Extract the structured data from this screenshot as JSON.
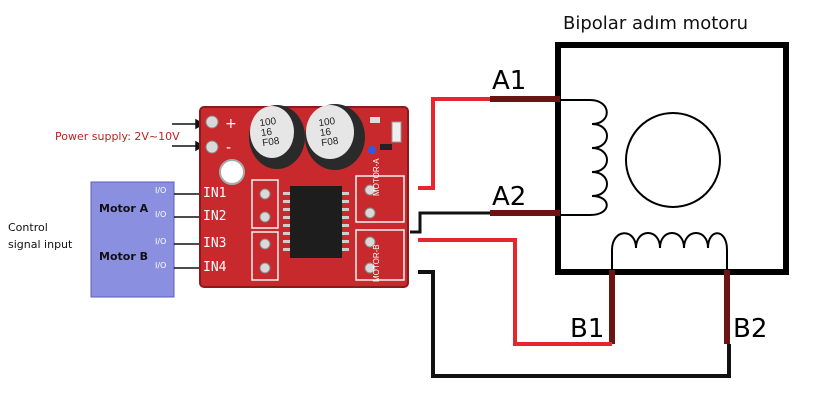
{
  "motor": {
    "title": "Bipolar adım motoru"
  },
  "pins": {
    "a1": "A1",
    "a2": "A2",
    "b1": "B1",
    "b2": "B2"
  },
  "board": {
    "power_label": "Power supply: 2V~10V",
    "control_label_line1": "Control",
    "control_label_line2": "signal input",
    "motor_a": "Motor A",
    "motor_b": "Motor B",
    "io": "I/O",
    "inputs": [
      "IN1",
      "IN2",
      "IN3",
      "IN4"
    ],
    "cap_text_1": [
      "100",
      "16",
      "F08"
    ],
    "cap_text_2": [
      "100",
      "16",
      "F08"
    ],
    "out_labels": [
      "MOTOR-A",
      "MOTOR-B"
    ]
  },
  "colors": {
    "red_wire": "#e8252c",
    "black_wire": "#111111",
    "board": "#c8292d",
    "ctrl_box": "#8a8fe0"
  }
}
